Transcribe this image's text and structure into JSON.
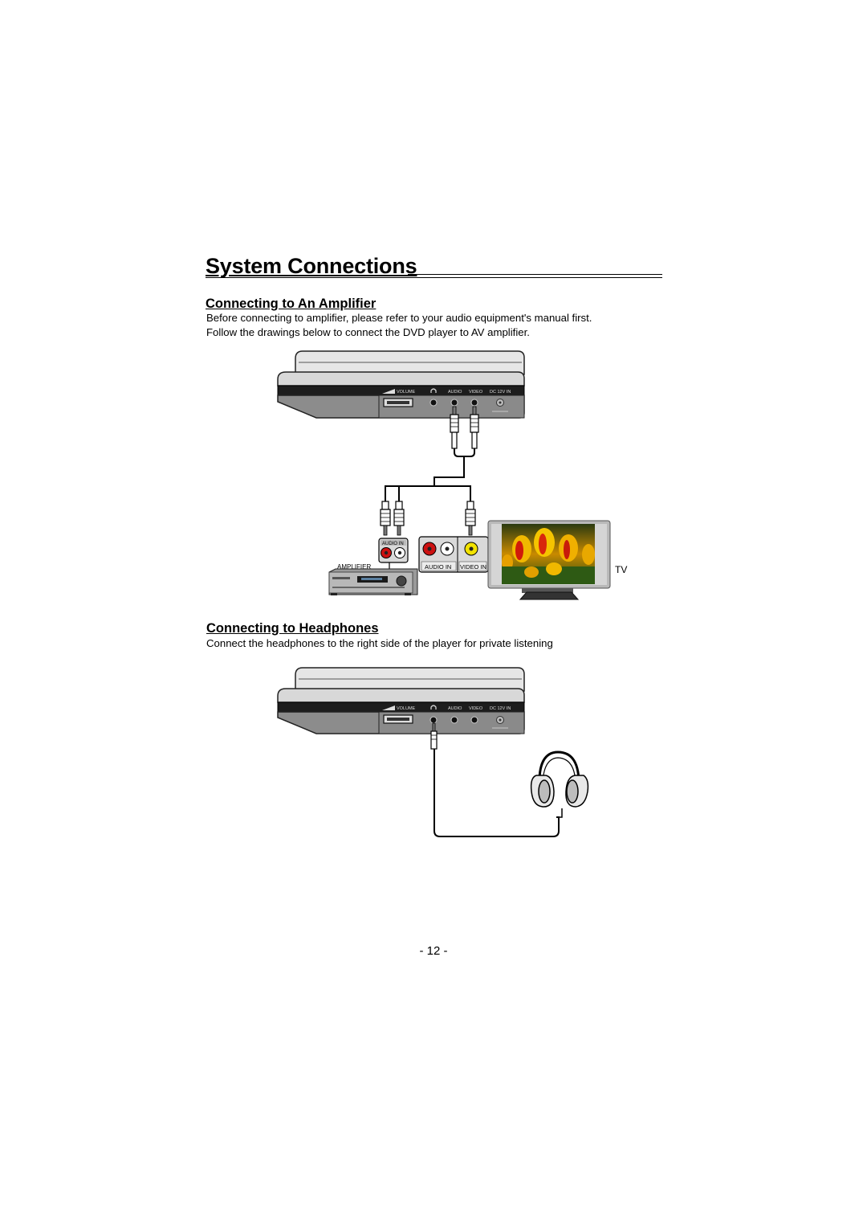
{
  "page": {
    "title": "System Connections",
    "page_number": "- 12 -"
  },
  "amplifier_section": {
    "heading": "Connecting to An Amplifier",
    "line1": "Before connecting to amplifier, please refer to your audio equipment's manual first.",
    "line2": "Follow the drawings below to connect the DVD player to AV amplifier."
  },
  "headphones_section": {
    "heading": "Connecting to Headphones",
    "line1": "Connect the headphones to the right side of the player for private listening"
  },
  "player_panel": {
    "volume_label": "VOLUME",
    "audio_label": "AUDIO",
    "video_label": "VIDEO",
    "dc_label": "DC 12V IN"
  },
  "diagram_labels": {
    "amplifier": "AMPLIFIER",
    "amp_audio_in": "AUDIO IN",
    "tv_audio_in": "AUDIO IN",
    "tv_video_in": "VIDEO IN",
    "tv": "TV"
  },
  "colors": {
    "jack_red": "#cc1111",
    "jack_white": "#ffffff",
    "jack_yellow": "#f2e200",
    "player_body": "#8c8c8c"
  }
}
